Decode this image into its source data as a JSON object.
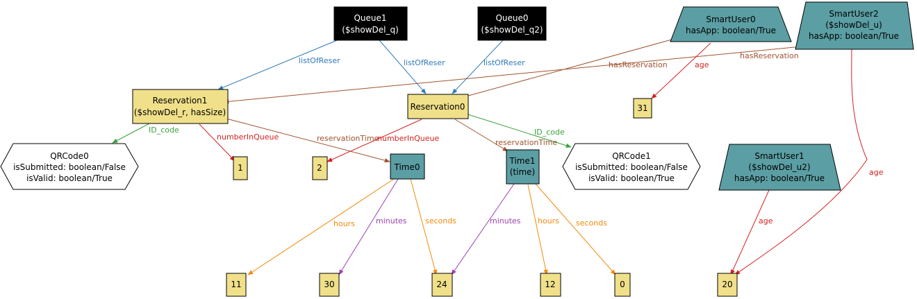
{
  "colors": {
    "queue_fill": "#000000",
    "reservation_fill": "#f0e08a",
    "teal_fill": "#5b9ea3",
    "value_fill": "#f0e08a",
    "hex_fill": "#ffffff",
    "edge_blue": "#2f7ab9",
    "edge_brown": "#a0522d",
    "edge_red": "#d62020",
    "edge_green": "#3aa13a",
    "edge_purple": "#9b3fb0",
    "edge_orange": "#f28a0a"
  },
  "nodes": {
    "queue1": {
      "line1": "Queue1",
      "line2": "($showDel_q)"
    },
    "queue0": {
      "line1": "Queue0",
      "line2": "($showDel_q2)"
    },
    "smartuser0": {
      "line1": "SmartUser0",
      "line2": "hasApp: boolean/True"
    },
    "smartuser2": {
      "line1": "SmartUser2",
      "line2": "($showDel_u)",
      "line3": "hasApp: boolean/True"
    },
    "reservation1": {
      "line1": "Reservation1",
      "line2": "($showDel_r, hasSize)"
    },
    "reservation0": {
      "line1": "Reservation0"
    },
    "v31": {
      "value": "31"
    },
    "qrcode0": {
      "line1": "QRCode0",
      "line2": "isSubmitted: boolean/False",
      "line3": "isValid: boolean/True"
    },
    "v1": {
      "value": "1"
    },
    "v2": {
      "value": "2"
    },
    "time0": {
      "line1": "Time0"
    },
    "time1": {
      "line1": "Time1",
      "line2": "(time)"
    },
    "qrcode1": {
      "line1": "QRCode1",
      "line2": "isSubmitted: boolean/False",
      "line3": "isValid: boolean/True"
    },
    "smartuser1": {
      "line1": "SmartUser1",
      "line2": "($showDel_u2)",
      "line3": "hasApp: boolean/True"
    },
    "v11": {
      "value": "11"
    },
    "v30": {
      "value": "30"
    },
    "v24": {
      "value": "24"
    },
    "v12": {
      "value": "12"
    },
    "v0": {
      "value": "0"
    },
    "v20": {
      "value": "20"
    }
  },
  "edges": {
    "q1_res1": "listOfReser",
    "q1_res0": "listOfReser",
    "q0_res0": "listOfReser",
    "su0_res0": "hasReservation",
    "su2_res1": "hasReservation",
    "su0_age": "age",
    "su2_age": "age",
    "res1_qr0": "ID_code",
    "res1_niq": "numberInQueue",
    "res1_rt": "reservationTime",
    "res0_niq": "numberInQueue",
    "res0_rt": "reservationTime",
    "res0_qr1": "ID_code",
    "su1_age": "age",
    "t0_hours": "hours",
    "t0_minutes": "minutes",
    "t0_seconds": "seconds",
    "t1_minutes": "minutes",
    "t1_hours": "hours",
    "t1_seconds": "seconds"
  }
}
